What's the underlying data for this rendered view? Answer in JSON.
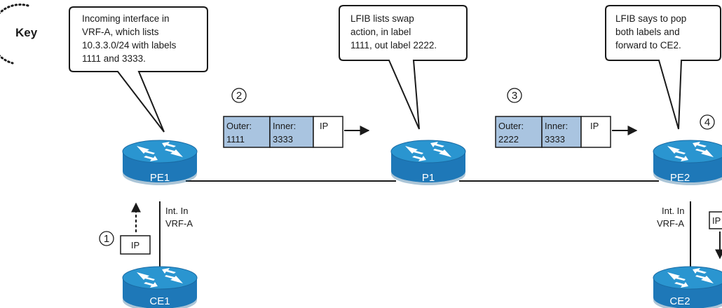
{
  "key": {
    "label": "Key"
  },
  "callouts": {
    "pe1": [
      "Incoming interface in",
      "VRF-A, which lists",
      "10.3.3.0/24 with labels",
      "1111 and 3333."
    ],
    "p1": [
      "LFIB lists swap",
      "action, in label",
      "1111, out label 2222."
    ],
    "pe2": [
      "LFIB says to pop",
      "both labels and",
      "forward to CE2."
    ]
  },
  "routers": {
    "pe1": "PE1",
    "p1": "P1",
    "pe2": "PE2",
    "ce1": "CE1",
    "ce2": "CE2"
  },
  "interface_labels": {
    "pe1": [
      "Int. In",
      "VRF-A"
    ],
    "pe2": [
      "Int. In",
      "VRF-A"
    ]
  },
  "steps": {
    "s1": "1",
    "s2": "2",
    "s3": "3",
    "s4": "4"
  },
  "packets": {
    "p2": {
      "outer_label": "Outer:",
      "outer_value": "1111",
      "inner_label": "Inner:",
      "inner_value": "3333",
      "ip": "IP"
    },
    "p3": {
      "outer_label": "Outer:",
      "outer_value": "2222",
      "inner_label": "Inner:",
      "inner_value": "3333",
      "ip": "IP"
    },
    "p1_ip": "IP",
    "pe2_ip": "IP"
  },
  "colors": {
    "router_body": "#1e78b8",
    "router_top": "#2a95d0",
    "router_dark": "#0f5a8c",
    "label_fill": "#a9c4e0"
  }
}
